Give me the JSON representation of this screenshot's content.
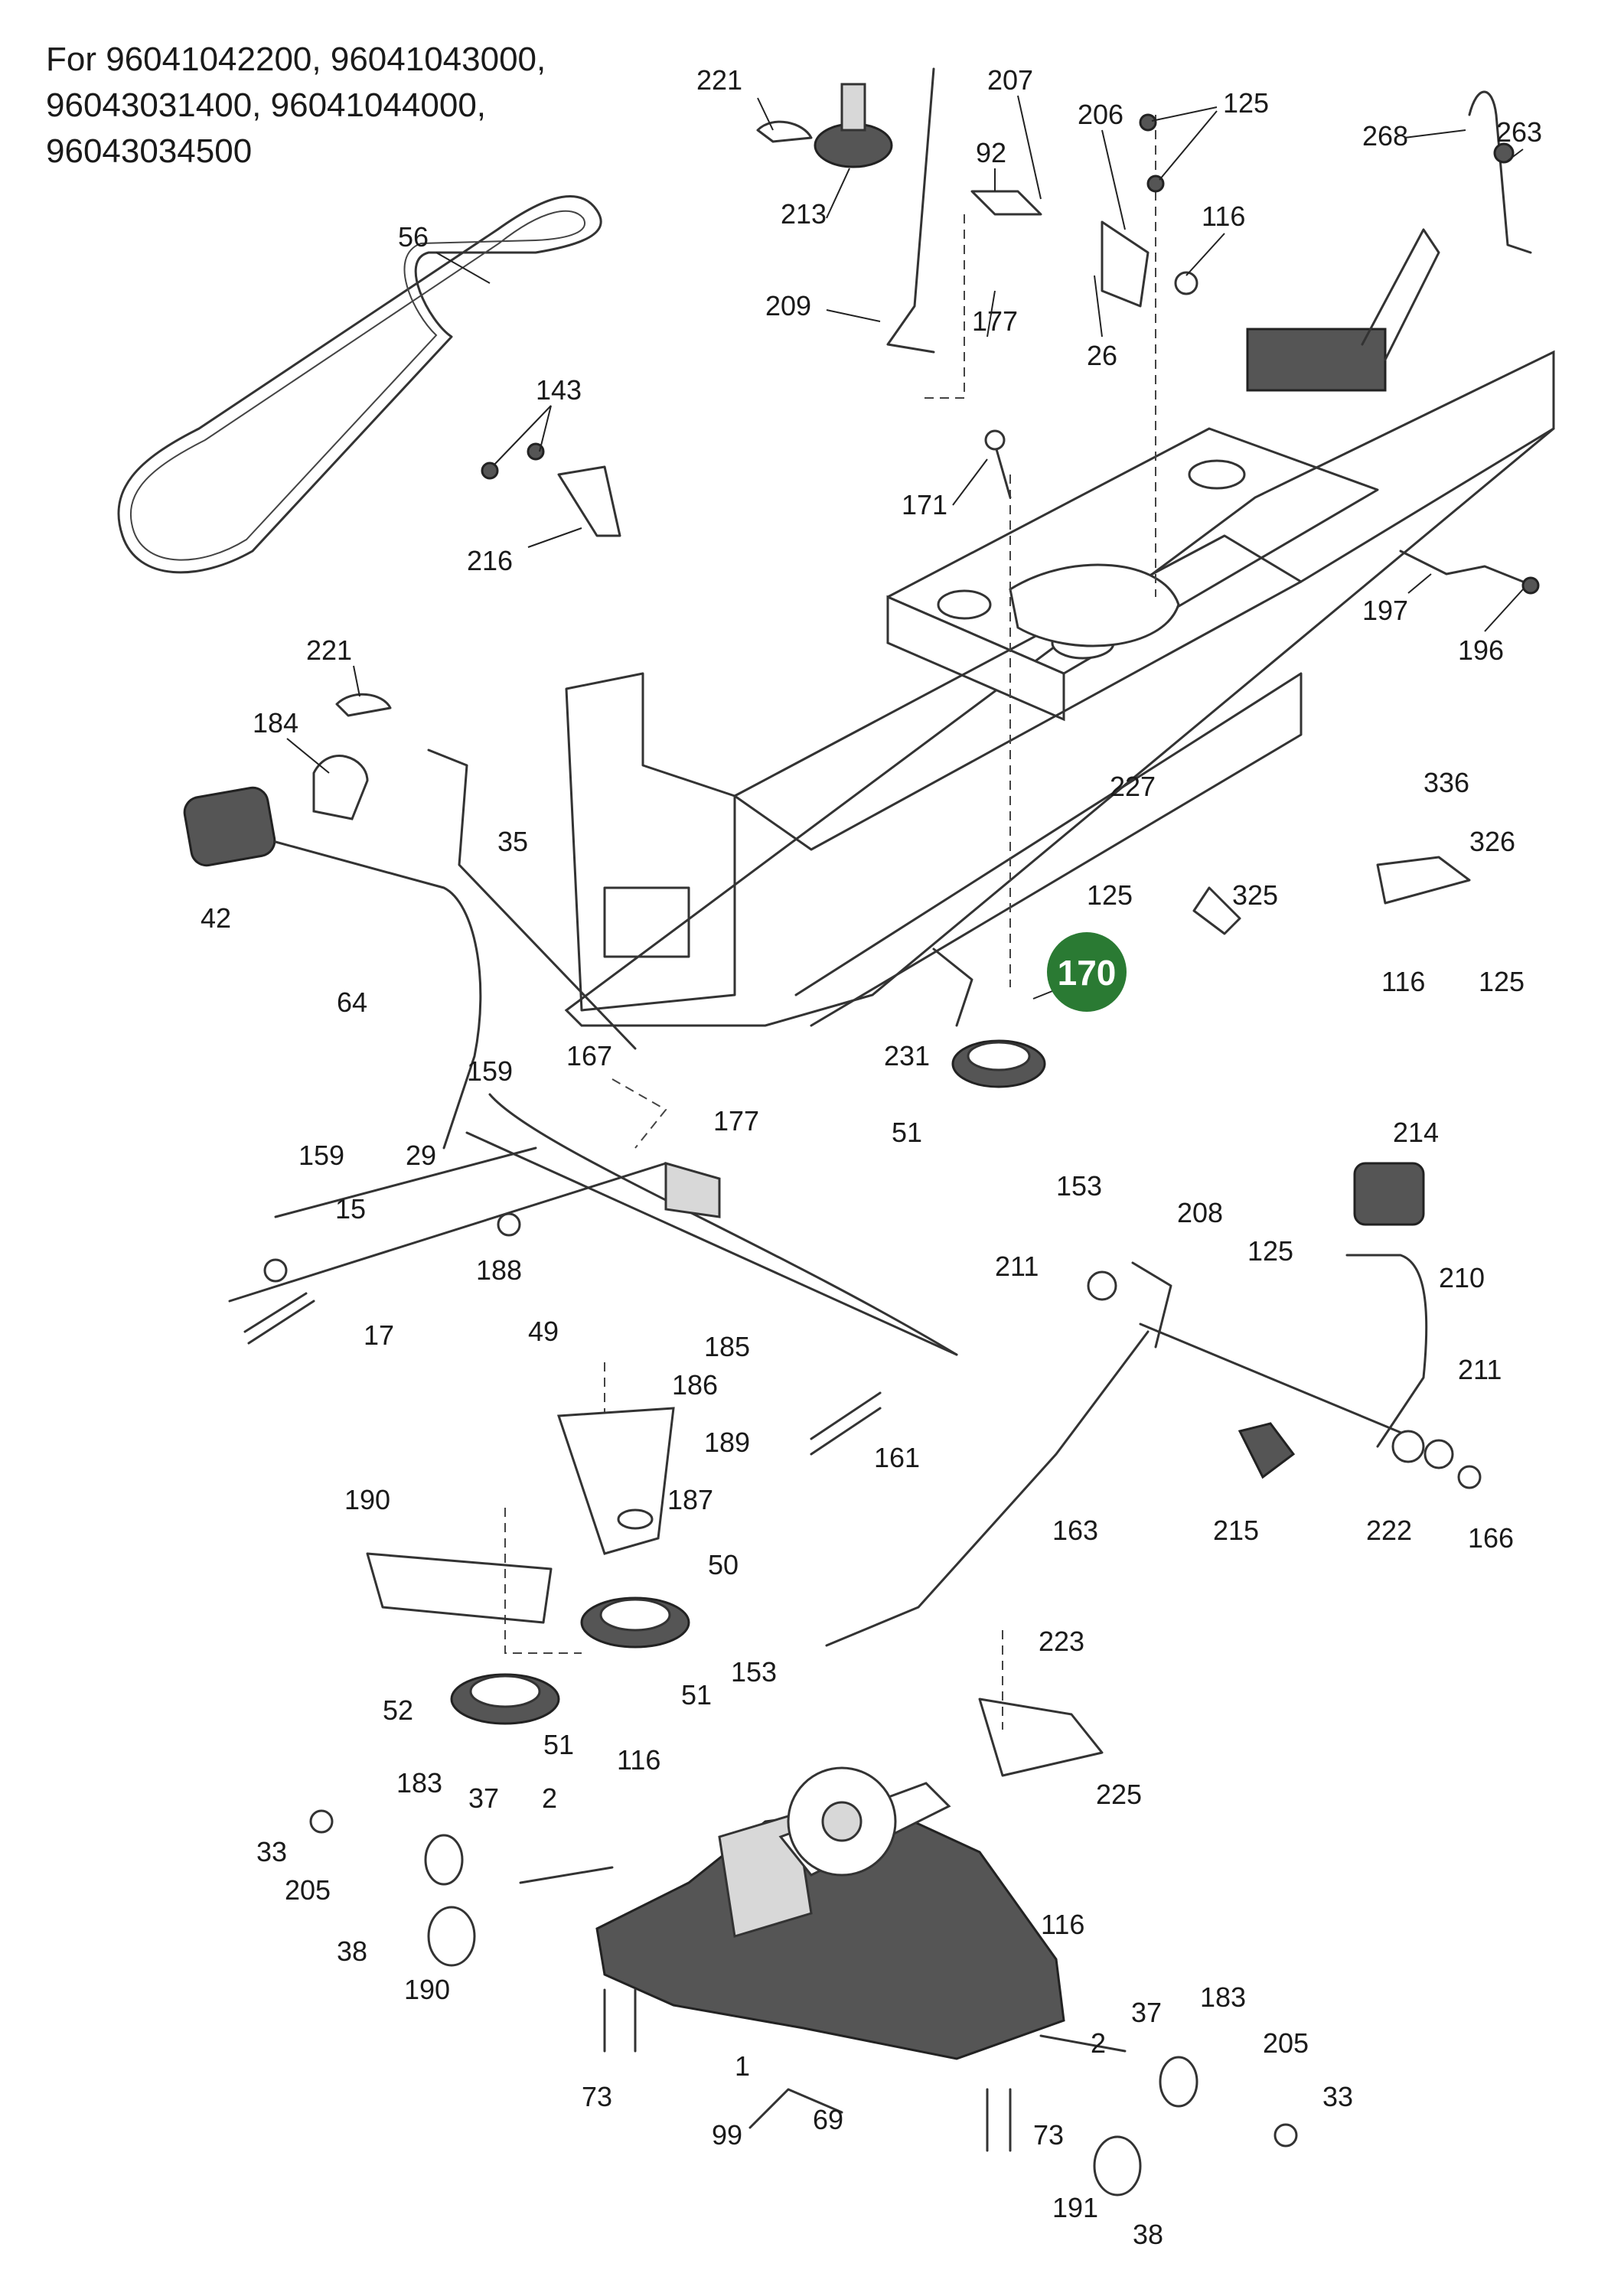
{
  "model_numbers": [
    "For 96041042200, 96041043000,",
    "96043031400, 96041044000,",
    "96043034500"
  ],
  "highlight": {
    "label": "170",
    "color": "#2a7a33"
  },
  "callouts": [
    "221",
    "207",
    "125",
    "92",
    "206",
    "268",
    "263",
    "213",
    "116",
    "56",
    "209",
    "177",
    "26",
    "143",
    "171",
    "216",
    "197",
    "196",
    "221",
    "184",
    "227",
    "336",
    "35",
    "326",
    "42",
    "125",
    "325",
    "64",
    "116",
    "125",
    "231",
    "159",
    "167",
    "177",
    "51",
    "29",
    "159",
    "214",
    "15",
    "153",
    "208",
    "188",
    "125",
    "211",
    "210",
    "17",
    "49",
    "185",
    "186",
    "211",
    "161",
    "189",
    "187",
    "190",
    "163",
    "215",
    "222",
    "166",
    "50",
    "223",
    "153",
    "52",
    "51",
    "51",
    "225",
    "116",
    "183",
    "37",
    "2",
    "33",
    "205",
    "116",
    "38",
    "190",
    "2",
    "37",
    "183",
    "205",
    "1",
    "73",
    "73",
    "33",
    "99",
    "69",
    "191",
    "38"
  ]
}
